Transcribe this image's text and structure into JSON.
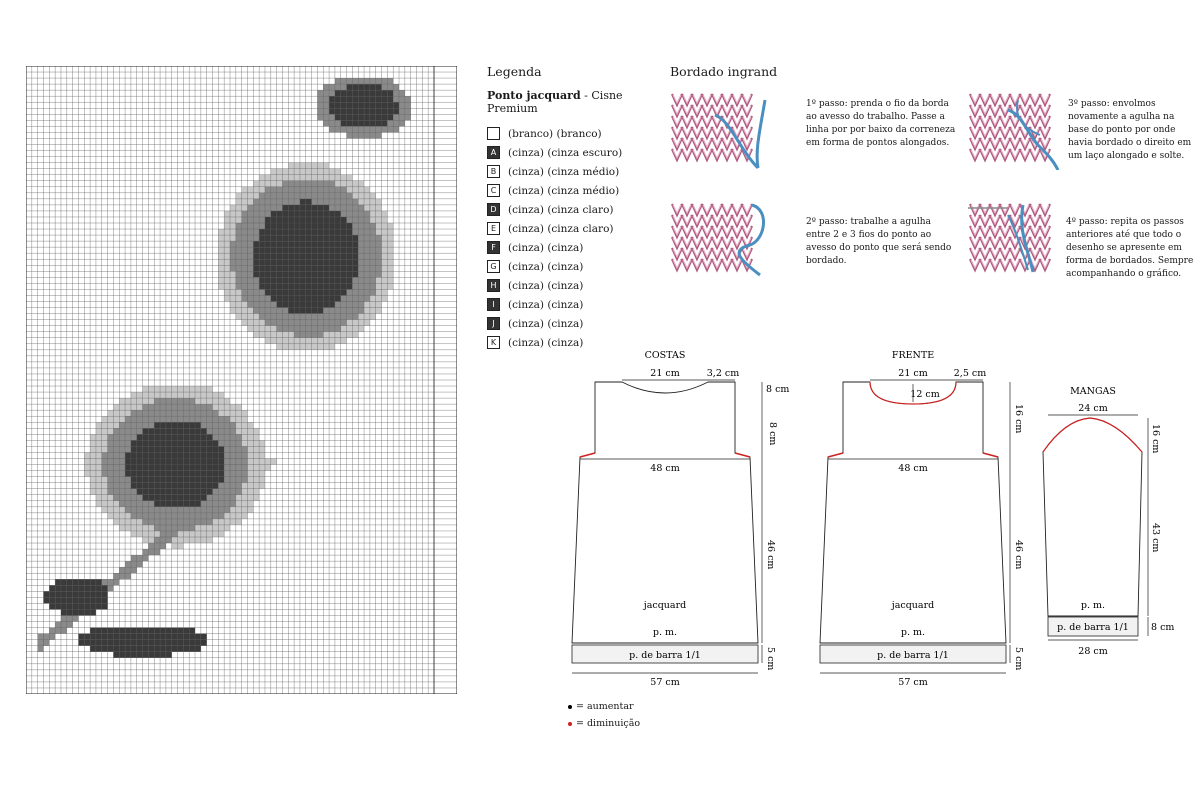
{
  "legend": {
    "title": "Legenda",
    "subtitle_bold": "Ponto jacquard",
    "subtitle_rest": " - Cisne Premium",
    "items": [
      {
        "key": "",
        "label": "(branco) (branco)",
        "fill": "#ffffff"
      },
      {
        "key": "A",
        "label": "(cinza) (cinza escuro)",
        "fill": "#333333"
      },
      {
        "key": "B",
        "label": "(cinza) (cinza médio)",
        "fill": "#ffffff"
      },
      {
        "key": "C",
        "label": "(cinza) (cinza médio)",
        "fill": "#ffffff"
      },
      {
        "key": "D",
        "label": "(cinza) (cinza claro)",
        "fill": "#333333"
      },
      {
        "key": "E",
        "label": "(cinza) (cinza claro)",
        "fill": "#ffffff"
      },
      {
        "key": "F",
        "label": "(cinza) (cinza)",
        "fill": "#333333"
      },
      {
        "key": "G",
        "label": "(cinza) (cinza)",
        "fill": "#ffffff"
      },
      {
        "key": "H",
        "label": "(cinza) (cinza)",
        "fill": "#333333"
      },
      {
        "key": "I",
        "label": "(cinza) (cinza)",
        "fill": "#333333"
      },
      {
        "key": "J",
        "label": "(cinza) (cinza)",
        "fill": "#333333"
      },
      {
        "key": "K",
        "label": "(cinza) (cinza)",
        "fill": "#ffffff"
      }
    ]
  },
  "embroidery": {
    "title": "Bordado ingrand",
    "steps": [
      "1º passo: prenda o fio da borda ao avesso do trabalho. Passe a linha por por baixo da correneza em forma de pontos alongados.",
      "2º passo: trabalhe a agulha entre 2 e 3 fios do ponto ao avesso do ponto que será sendo bordado.",
      "3º passo: envolmos novamente a agulha na base do ponto por onde havia bordado o direito em um laço alongado e solte.",
      "4º passo: repita os passos anteriores até que todo o desenho se apresente em forma de bordados. Sempre acompanhando o gráfico."
    ]
  },
  "schematics": {
    "costas": {
      "title": "COSTAS",
      "neck_width": "21 cm",
      "shoulder": "3,2 cm",
      "neck_depth": "8 cm",
      "armhole": "8 cm",
      "chest": "48 cm",
      "body": "46 cm",
      "rib": "5 cm",
      "hem": "57 cm",
      "label_jacquard": "jacquard",
      "label_pm": "p. m.",
      "label_rib": "p. de barra 1/1"
    },
    "frente": {
      "title": "FRENTE",
      "neck_width": "21 cm",
      "shoulder": "2,5 cm",
      "neck_depth": "12 cm",
      "armhole": "16 cm",
      "chest": "48 cm",
      "body": "46 cm",
      "rib": "5 cm",
      "hem": "57 cm",
      "label_jacquard": "jacquard",
      "label_pm": "p. m.",
      "label_rib": "p. de barra 1/1"
    },
    "mangas": {
      "title": "MANGAS",
      "top": "24 cm",
      "cap": "16 cm",
      "length": "43 cm",
      "rib": "8 cm",
      "cuff": "28 cm",
      "label_pm": "p. m.",
      "label_rib": "p. de barra 1/1"
    }
  },
  "markers": {
    "increase": "= aumentar",
    "decrease": "= diminuição",
    "increase_color": "#000000",
    "decrease_color": "#cc2222"
  }
}
